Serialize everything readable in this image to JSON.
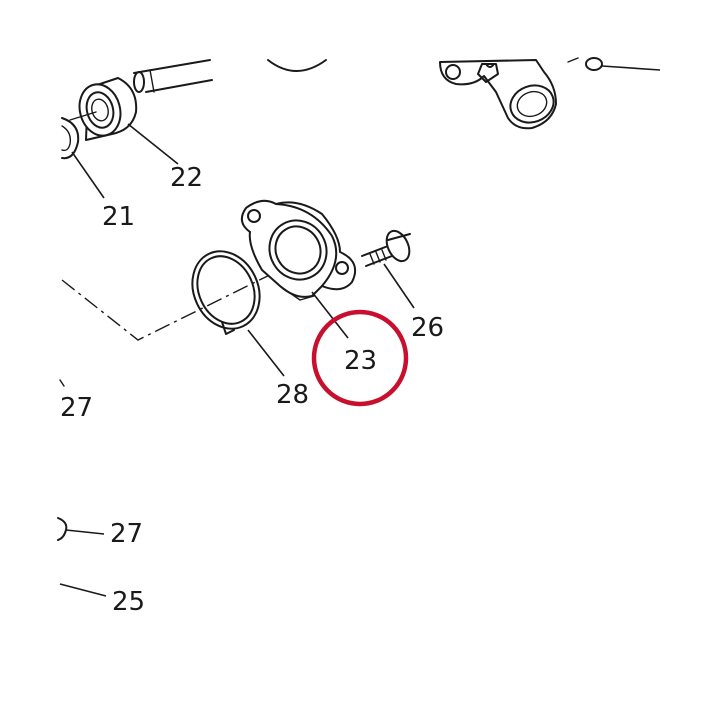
{
  "diagram": {
    "highlight_color": "#c8102e",
    "line_color": "#1a1a1a",
    "background_color": "#ffffff",
    "callouts": {
      "c21": "21",
      "c22": "22",
      "c23": "23",
      "c26": "26",
      "c28": "28",
      "c27a": "27",
      "c27b": "27",
      "c25": "25"
    }
  }
}
